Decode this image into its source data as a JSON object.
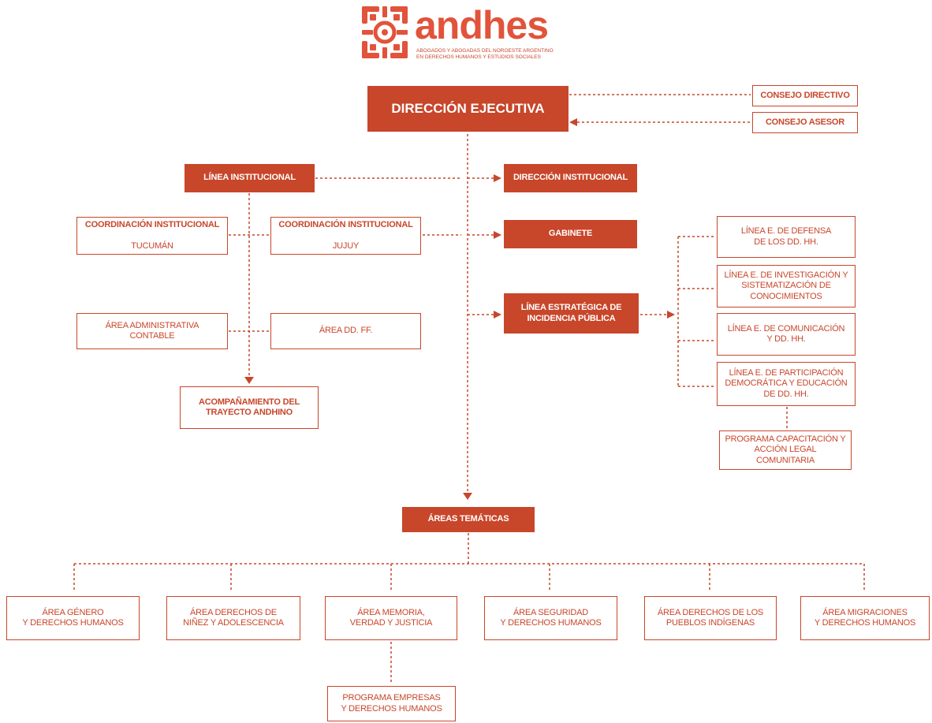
{
  "colors": {
    "accent": "#c8462a",
    "logo": "#e1533a",
    "background": "#ffffff"
  },
  "logo": {
    "icon": "andhes-emblem-icon",
    "wordmark": "andhes",
    "tagline": "ABOGADOS Y ABOGADAS DEL NOROESTE ARGENTINO\nEN DERECHOS HUMANOS Y ESTUDIOS SOCIALES"
  },
  "nodes": {
    "direccion_ejecutiva": "DIRECCIÓN EJECUTIVA",
    "consejo_directivo": "CONSEJO DIRECTIVO",
    "consejo_asesor": "CONSEJO ASESOR",
    "linea_institucional": "LÍNEA INSTITUCIONAL",
    "direccion_institucional": "DIRECCIÓN INSTITUCIONAL",
    "coord_tucuman": {
      "title": "COORDINACIÓN INSTITUCIONAL",
      "place": "TUCUMÁN"
    },
    "coord_jujuy": {
      "title": "COORDINACIÓN INSTITUCIONAL",
      "place": "JUJUY"
    },
    "gabinete": "GABINETE",
    "area_administrativa": "ÁREA ADMINISTRATIVA\nCONTABLE",
    "area_ddff": "ÁREA DD. FF.",
    "acompanamiento": "ACOMPAÑAMIENTO DEL\nTRAYECTO ANDHINO",
    "linea_estrategica": "LÍNEA ESTRATÉGICA DE\nINCIDENCIA PÚBLICA",
    "linea_defensa": "LÍNEA E. DE DEFENSA\nDE LOS DD. HH.",
    "linea_investigacion": "LÍNEA E. DE INVESTIGACIÓN Y\nSISTEMATIZACIÓN DE\nCONOCIMIENTOS",
    "linea_comunicacion": "LÍNEA E. DE COMUNICACIÓN\nY DD. HH.",
    "linea_participacion": "LÍNEA E. DE PARTICIPACIÓN\nDEMOCRÁTICA Y EDUCACIÓN\nDE DD. HH.",
    "programa_capacitacion": "PROGRAMA CAPACITACIÓN Y\nACCIÓN LEGAL COMUNITARIA",
    "areas_tematicas": "ÁREAS TEMÁTICAS",
    "area_genero": "ÁREA GÉNERO\nY DERECHOS HUMANOS",
    "area_ninez": "ÁREA DERECHOS DE\nNIÑEZ Y ADOLESCENCIA",
    "area_memoria": "ÁREA MEMORIA,\nVERDAD Y JUSTICIA",
    "area_seguridad": "ÁREA SEGURIDAD\nY DERECHOS HUMANOS",
    "area_pueblos": "ÁREA DERECHOS DE LOS\nPUEBLOS INDÍGENAS",
    "area_migraciones": "ÁREA MIGRACIONES\nY DERECHOS HUMANOS",
    "programa_empresas": "PROGRAMA EMPRESAS\nY DERECHOS HUMANOS"
  }
}
